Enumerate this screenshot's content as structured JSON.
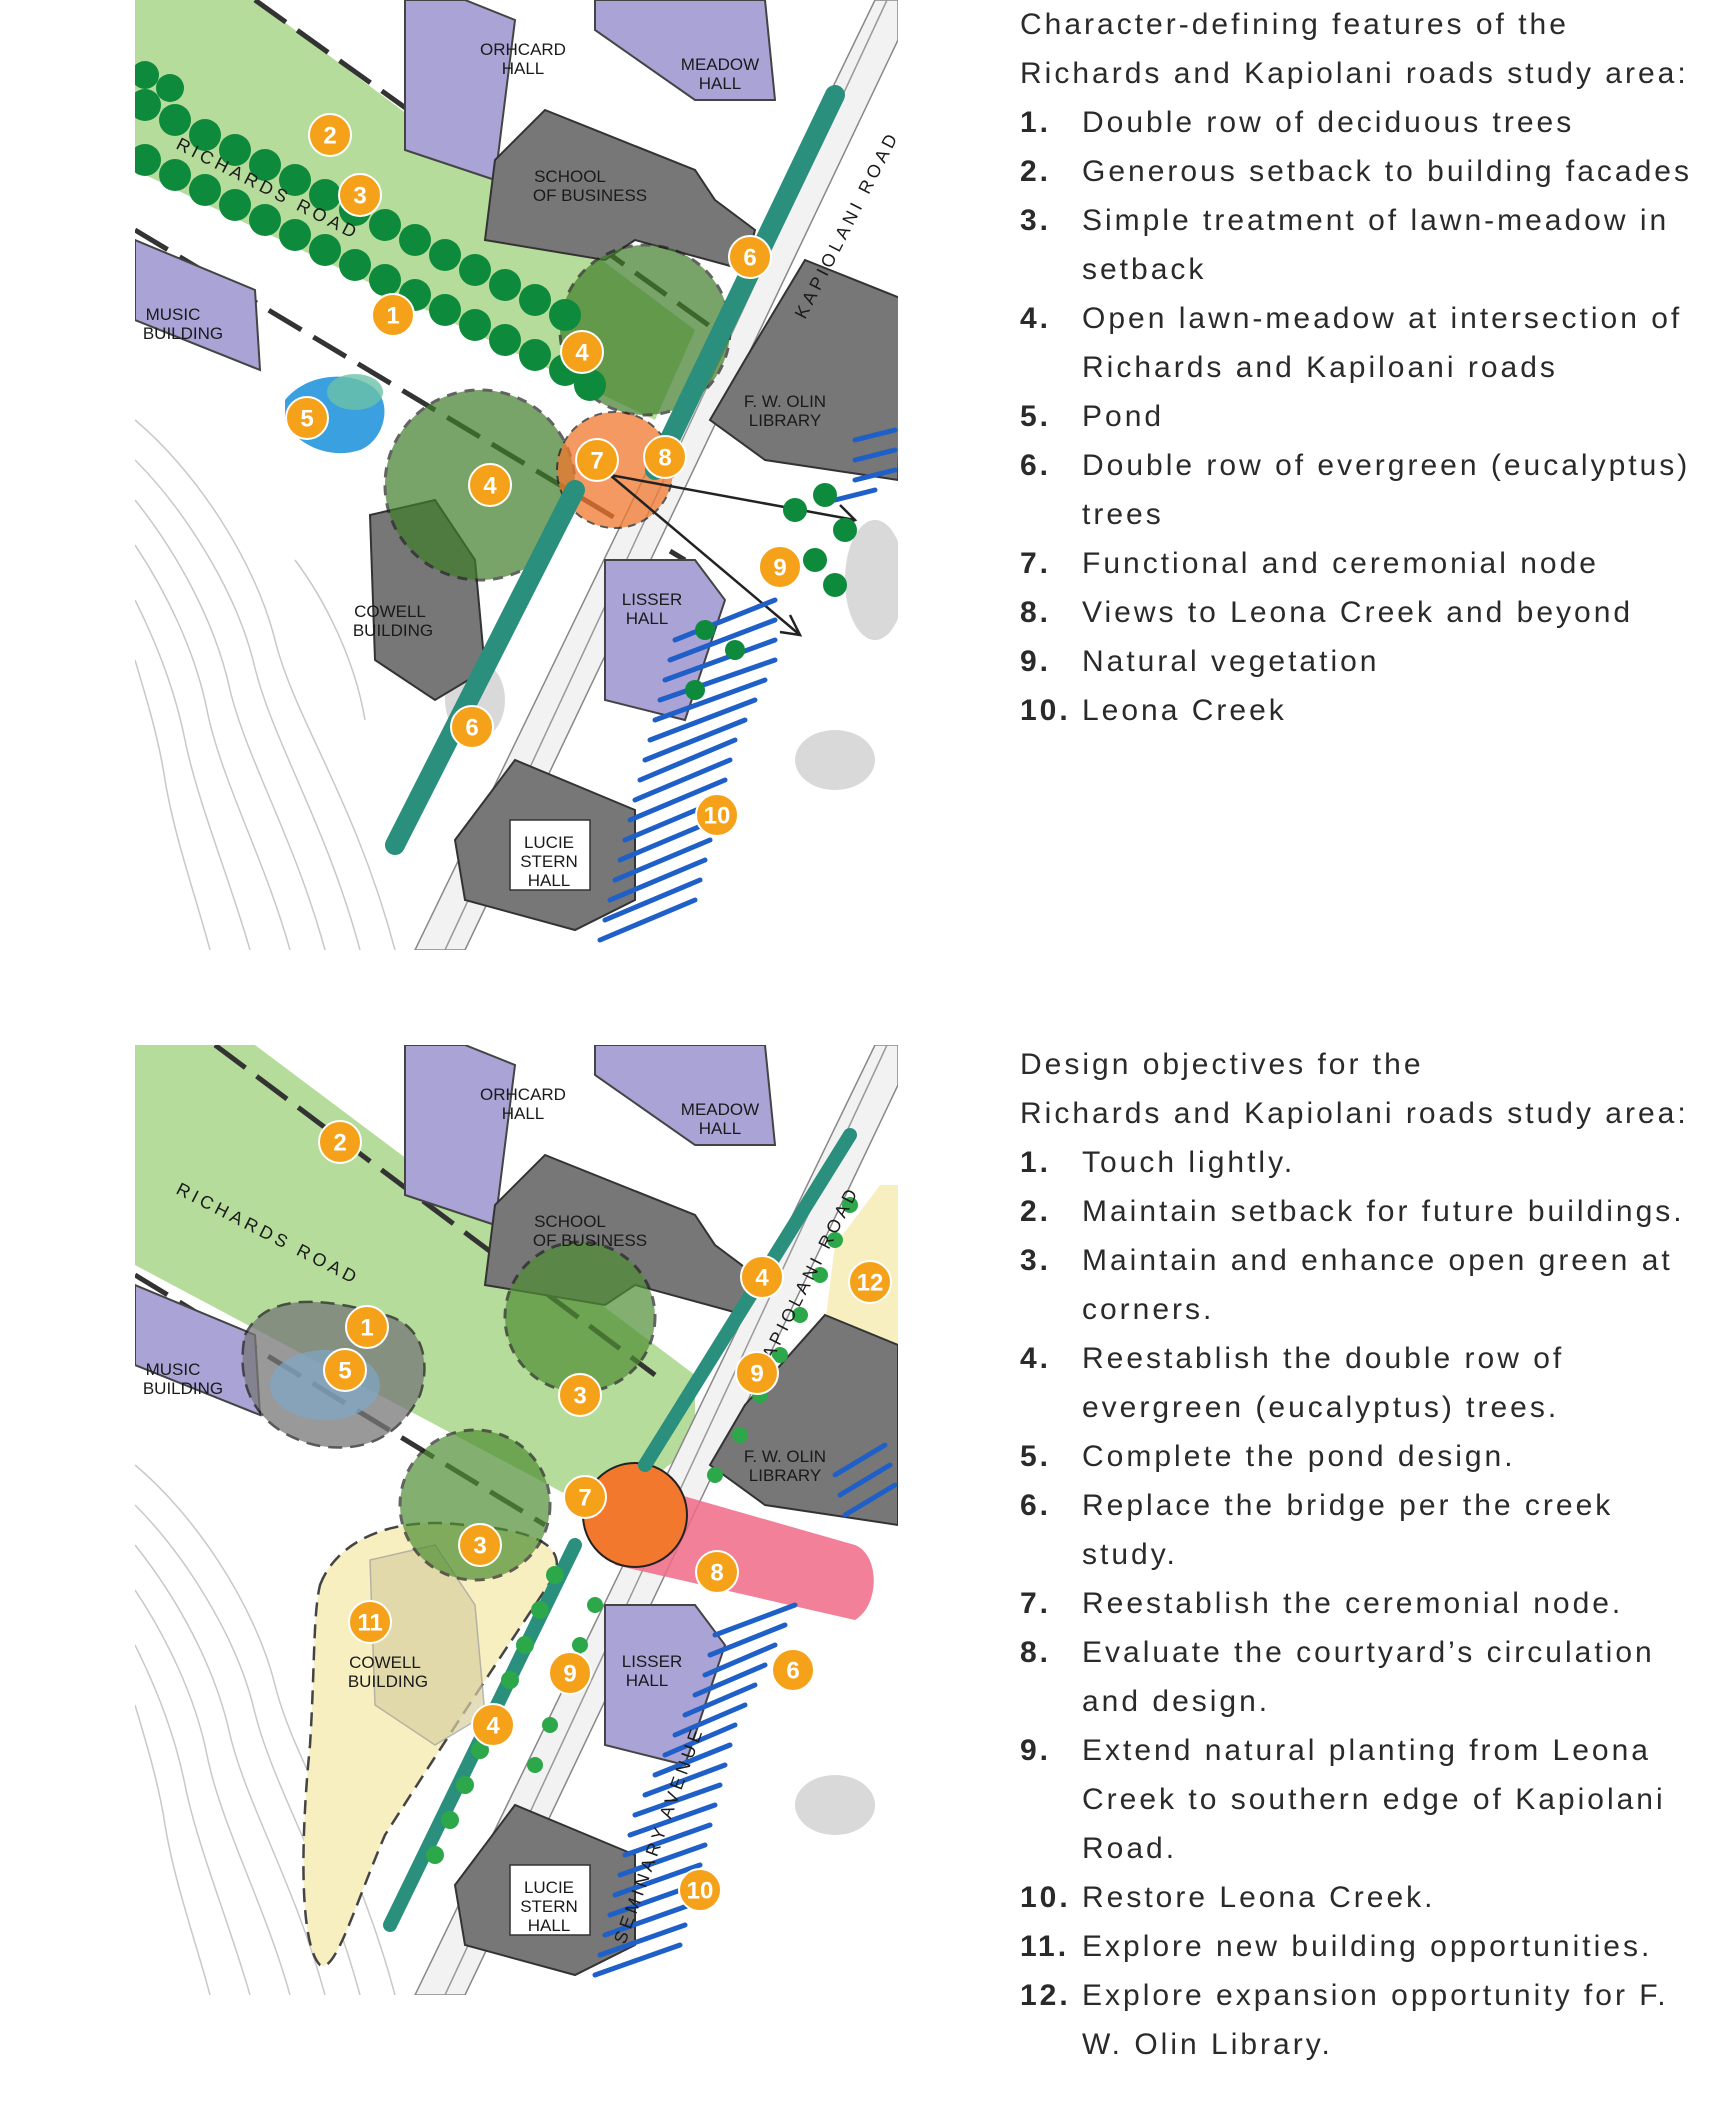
{
  "colors": {
    "road_green": "#a8d68a",
    "tree_green": "#0e8a3c",
    "eucalyptus": "#2a8f7c",
    "building_gray": "#777777",
    "building_purple": "#a9a3d6",
    "marker_orange": "#f5a21a",
    "creek_blue": "#1f5fc8",
    "pond_blue": "#3aa0e0",
    "node_orange": "#f2782e",
    "courtyard_pink": "#f06a86",
    "new_bldg_yellow": "#f7efc0"
  },
  "map1": {
    "labels": {
      "orchard_hall": [
        "ORHCARD",
        "HALL"
      ],
      "meadow_hall": [
        "MEADOW",
        "HALL"
      ],
      "school_of_business": [
        "SCHOOL",
        "OF BUSINESS"
      ],
      "music_building": [
        "MUSIC",
        "BUILDING"
      ],
      "fw_olin_library": [
        "F. W. OLIN",
        "LIBRARY"
      ],
      "cowell_building": [
        "COWELL",
        "BUILDING"
      ],
      "lisser_hall": [
        "LISSER",
        "HALL"
      ],
      "lucie_stern_hall": [
        "LUCIE",
        "STERN",
        "HALL"
      ],
      "richards_road": "RICHARDS ROAD",
      "kapiolani_road": "KAPIOLANI ROAD"
    },
    "markers": [
      "1",
      "2",
      "3",
      "4",
      "4",
      "5",
      "6",
      "6",
      "7",
      "8",
      "9",
      "10"
    ]
  },
  "map2": {
    "labels": {
      "orchard_hall": [
        "ORHCARD",
        "HALL"
      ],
      "meadow_hall": [
        "MEADOW",
        "HALL"
      ],
      "school_of_business": [
        "SCHOOL",
        "OF BUSINESS"
      ],
      "music_building": [
        "MUSIC",
        "BUILDING"
      ],
      "fw_olin_library": [
        "F. W. OLIN",
        "LIBRARY"
      ],
      "cowell_building": [
        "COWELL",
        "BUILDING"
      ],
      "lisser_hall": [
        "LISSER",
        "HALL"
      ],
      "lucie_stern_hall": [
        "LUCIE",
        "STERN",
        "HALL"
      ],
      "richards_road": "RICHARDS ROAD",
      "kapiolani_road": "KAPIOLANI ROAD",
      "seminary_avenue": "SEMINARY AVENUE"
    },
    "markers": [
      "1",
      "2",
      "3",
      "3",
      "4",
      "4",
      "5",
      "6",
      "7",
      "8",
      "9",
      "9",
      "10",
      "11",
      "12"
    ]
  },
  "legend1": {
    "intro": [
      "Character-defining features of the",
      "Richards and Kapiolani roads study area:"
    ],
    "items": [
      {
        "num": "1.",
        "text": "Double row of deciduous trees"
      },
      {
        "num": "2.",
        "text": "Generous setback to building facades"
      },
      {
        "num": "3.",
        "text": "Simple treatment of lawn-meadow in setback"
      },
      {
        "num": "4.",
        "text": "Open lawn-meadow at intersection of Richards and Kapiloani roads"
      },
      {
        "num": "5.",
        "text": "Pond"
      },
      {
        "num": "6.",
        "text": "Double row of evergreen (eucalyptus) trees"
      },
      {
        "num": "7.",
        "text": "Functional and ceremonial node"
      },
      {
        "num": "8.",
        "text": "Views to Leona Creek and beyond"
      },
      {
        "num": "9.",
        "text": "Natural vegetation"
      },
      {
        "num": "10.",
        "text": "Leona Creek"
      }
    ]
  },
  "legend2": {
    "intro": [
      "Design objectives for the",
      "Richards and Kapiolani roads study area:"
    ],
    "items": [
      {
        "num": "1.",
        "text": "Touch lightly."
      },
      {
        "num": "2.",
        "text": "Maintain setback for future buildings."
      },
      {
        "num": "3.",
        "text": "Maintain and enhance open green at corners."
      },
      {
        "num": "4.",
        "text": "Reestablish the double row of evergreen (eucalyptus) trees."
      },
      {
        "num": "5.",
        "text": "Complete the pond design."
      },
      {
        "num": "6.",
        "text": "Replace the bridge per the creek study."
      },
      {
        "num": "7.",
        "text": "Reestablish the ceremonial node."
      },
      {
        "num": "8.",
        "text": "Evaluate the courtyard’s circulation and design."
      },
      {
        "num": "9.",
        "text": "Extend natural planting from Leona Creek to southern edge of Kapiolani Road."
      },
      {
        "num": "10.",
        "text": "Restore Leona Creek."
      },
      {
        "num": "11.",
        "text": "Explore new building opportunities."
      },
      {
        "num": "12.",
        "text": "Explore expansion opportunity for F. W. Olin Library."
      }
    ]
  }
}
